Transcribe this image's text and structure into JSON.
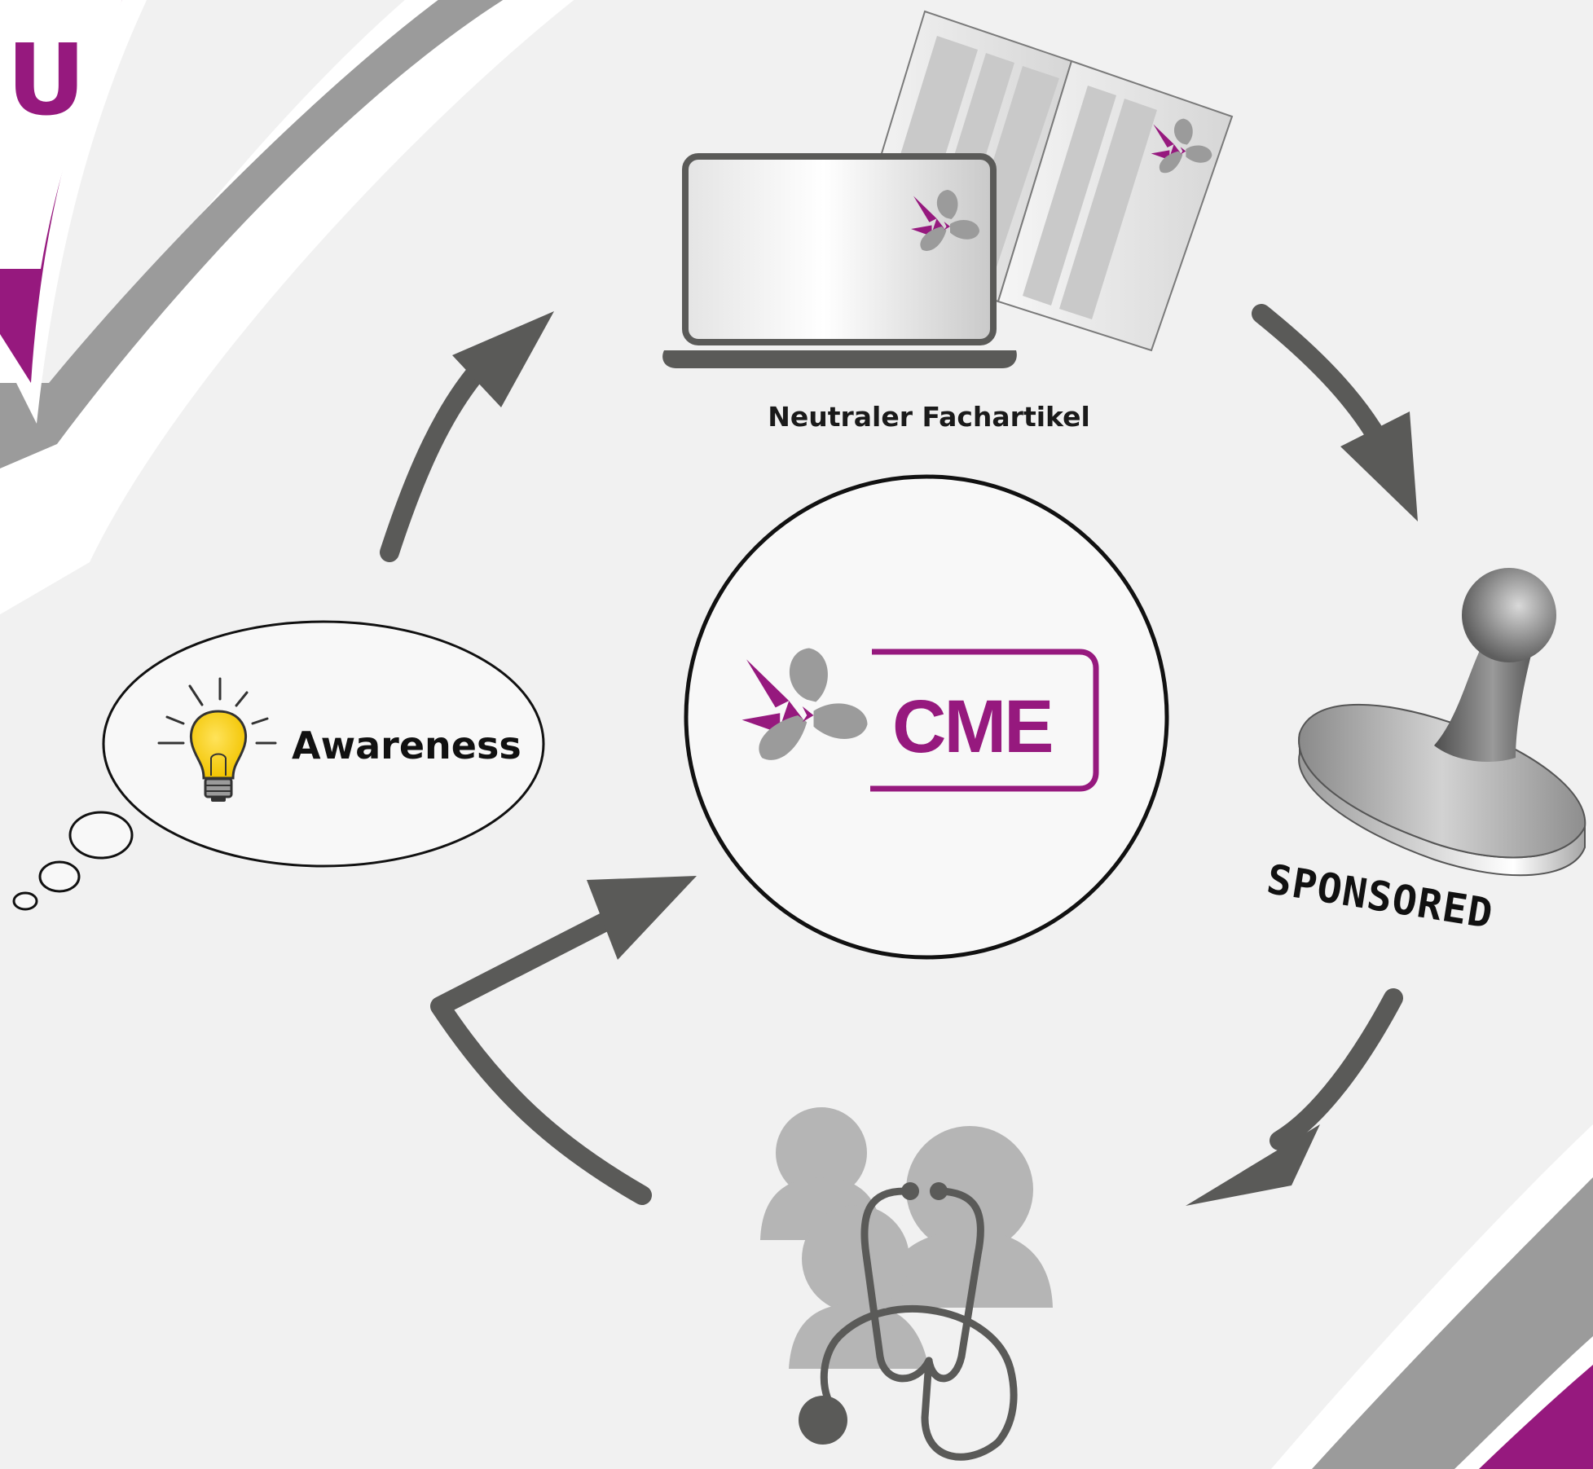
{
  "corner_letter": "U",
  "labels": {
    "article": "Neutraler Fachartikel",
    "awareness": "Awareness",
    "cme": "CME",
    "sponsored": "SPONSORED"
  },
  "colors": {
    "brand_purple": "#96197e",
    "brand_gray": "#9b9b9b",
    "arrow": "#5a5a58",
    "background": "#f1f1f1",
    "bulb": "#f7d21e"
  },
  "icons": [
    "laptop-icon",
    "magazine-icon",
    "lightbulb-icon",
    "stamp-icon",
    "doctors-group-icon",
    "stethoscope-icon",
    "flower-logo-icon"
  ]
}
